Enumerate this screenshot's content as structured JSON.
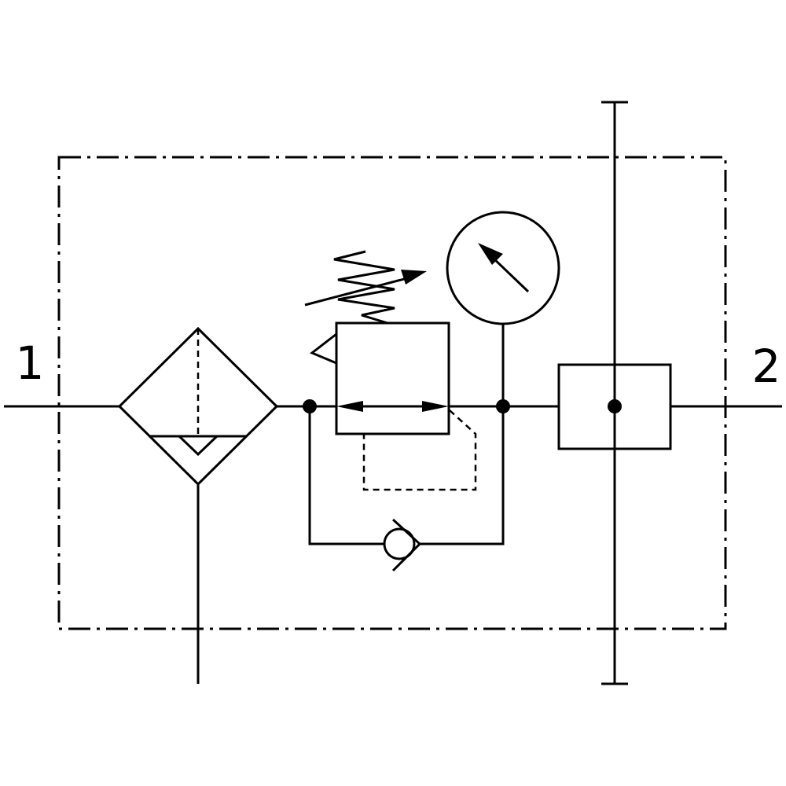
{
  "diagram": {
    "ports": {
      "inlet_label": "1",
      "outlet_label": "2"
    },
    "components": [
      "filter-with-water-separator",
      "pressure-regulator-adjustable",
      "pressure-gauge",
      "check-valve-bypass",
      "manifold-block"
    ],
    "line_color": "#000000",
    "background_color": "#ffffff"
  }
}
